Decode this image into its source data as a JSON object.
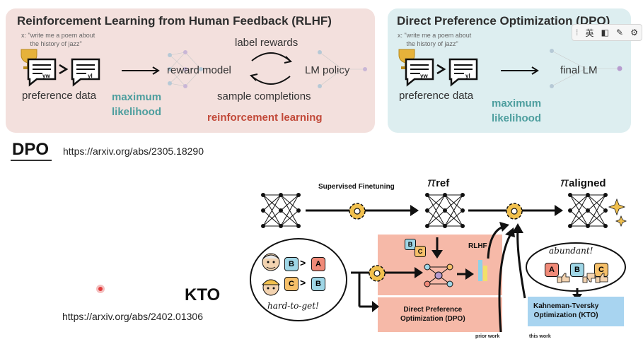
{
  "rlhf": {
    "title": "Reinforcement Learning from Human Feedback (RLHF)",
    "prompt": "x: \"write me a poem about\n     the history of jazz\"",
    "pref_data": "preference data",
    "max_likelihood": "maximum\nlikelihood",
    "reward_model": "reward model",
    "label_rewards": "label rewards",
    "lm_policy": "LM policy",
    "sample_completions": "sample completions",
    "rl": "reinforcement learning",
    "yw": "yw",
    "yl": "yl"
  },
  "dpo_panel": {
    "title": "Direct Preference Optimization (DPO)",
    "prompt": "x: \"write me a poem about\n     the history of jazz\"",
    "pref_data": "preference data",
    "max_likelihood": "maximum\nlikelihood",
    "final_lm": "final LM",
    "yw": "yw",
    "yl": "yl"
  },
  "dpo_heading": "DPO",
  "dpo_url": "https://arxiv.org/abs/2305.18290",
  "kto_heading": "KTO",
  "kto_url": "https://arxiv.org/abs/2402.01306",
  "toolbar": {
    "lang_label": "英"
  },
  "kto_diagram": {
    "supervised_finetuning": "Supervised Finetuning",
    "pi_ref": "ref",
    "pi_aligned": "aligned",
    "pi_symbol": "π",
    "rlhf": "RLHF",
    "dpo_box": "Direct Preference\nOptimization (DPO)",
    "kto_box": "Kahneman-Tversky\nOptimization (KTO)",
    "prior_work": "prior work",
    "this_work": "this work",
    "abundant": "abundant!",
    "hard_to_get": "hard-to-get!",
    "chip_a": "A",
    "chip_b": "B",
    "chip_c": "C",
    "gt": ">"
  },
  "colors": {
    "rlhf_bg": "#f3e0dd",
    "dpo_bg": "#ddeef0",
    "teal": "#4d9e9e",
    "red": "#c24a3a",
    "salmon": "#f6b9a8",
    "kto_blue": "#a8d4f0",
    "chip_blue": "#9fd6e6",
    "chip_red": "#f08a78",
    "chip_orange": "#f6c06a"
  }
}
